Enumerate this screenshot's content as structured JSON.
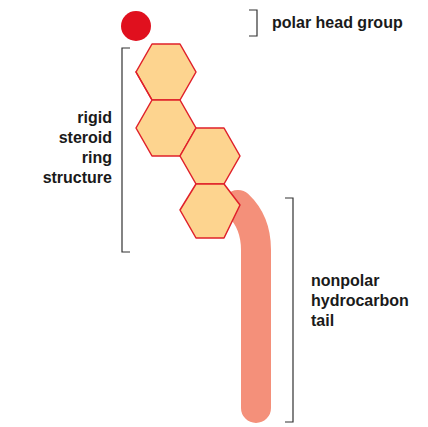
{
  "diagram": {
    "labels": [
      "polar head group",
      "rigid steroid ring structure",
      "nonpolar hydrocarbon tail"
    ]
  }
}
